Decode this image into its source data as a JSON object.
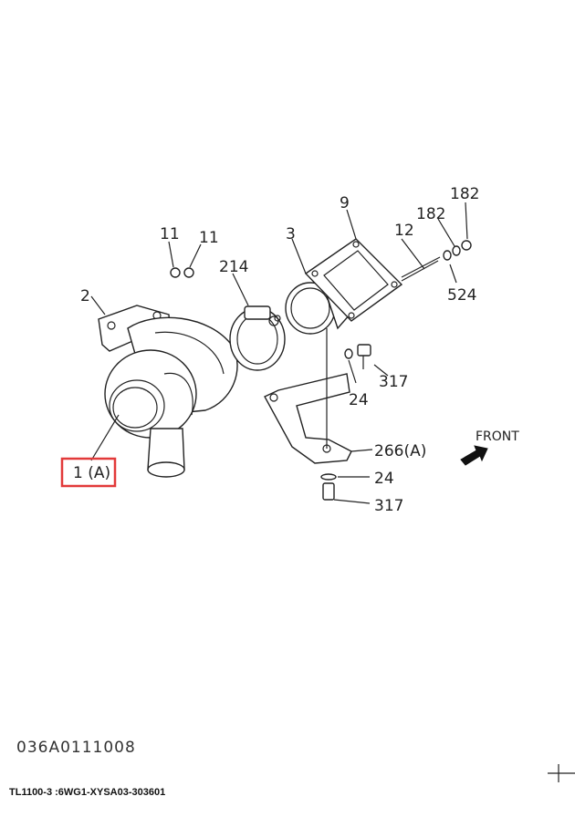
{
  "labels": {
    "p1": "1 (A)",
    "p2": "2",
    "p3": "3",
    "p9": "9",
    "p11a": "11",
    "p11b": "11",
    "p12": "12",
    "p182a": "182",
    "p182b": "182",
    "p214": "214",
    "p24a": "24",
    "p24b": "24",
    "p266": "266(A)",
    "p317a": "317",
    "p317b": "317",
    "p524": "524",
    "front": "FRONT"
  },
  "diagram_code": "036A0111008",
  "footer": "TL1100-3 :6WG1-XYSA03-303601",
  "colors": {
    "highlight": "#e23a3a",
    "ink": "#222222"
  }
}
